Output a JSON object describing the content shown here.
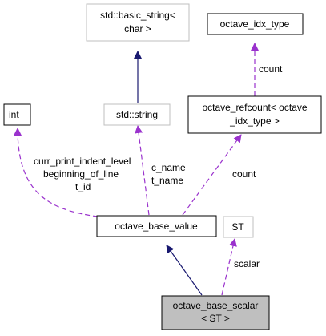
{
  "colors": {
    "background": "#ffffff",
    "node_border": "#000000",
    "node_border_gray": "#bfbfbf",
    "node_fill": "#ffffff",
    "focus_fill": "#bfbfbf",
    "inherit_edge": "#191970",
    "usage_edge": "#9a32cd"
  },
  "nodes": {
    "basic_string": {
      "line1": "std::basic_string<",
      "line2": "char >"
    },
    "octave_idx_type": {
      "label": "octave_idx_type"
    },
    "int": {
      "label": "int"
    },
    "std_string": {
      "label": "std::string"
    },
    "octave_refcount": {
      "line1": "octave_refcount< octave",
      "line2": "_idx_type >"
    },
    "octave_base_value": {
      "label": "octave_base_value"
    },
    "st": {
      "label": "ST"
    },
    "octave_base_scalar": {
      "line1": "octave_base_scalar",
      "line2": "< ST >"
    }
  },
  "edges": {
    "refcount_count": {
      "label": "count"
    },
    "base_value_count": {
      "label": "count"
    },
    "int_members": {
      "line1": "curr_print_indent_level",
      "line2": "beginning_of_line",
      "line3": "t_id"
    },
    "string_members": {
      "line1": "c_name",
      "line2": "t_name"
    },
    "scalar": {
      "label": "scalar"
    }
  }
}
